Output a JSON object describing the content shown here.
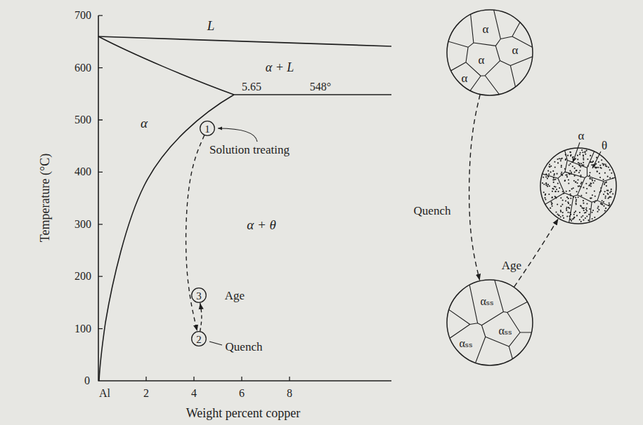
{
  "diagram": {
    "nodes": [
      {
        "text": [
          "1"
        ]
      },
      {
        "text": [
          "3"
        ]
      },
      {
        "text": [
          "2"
        ]
      },
      {
        "text": [
          "α",
          "α",
          "α",
          "α"
        ]
      },
      {
        "text": [
          "α",
          "θ"
        ]
      },
      {
        "text": [
          "αₛₛ",
          "αₛₛ",
          "αₛₛ"
        ]
      }
    ],
    "edges": [
      {
        "from": 0,
        "to": 2,
        "arrow": "to"
      },
      {
        "from": 2,
        "to": 1,
        "arrow": "to"
      },
      {
        "from": 3,
        "to": 5,
        "label": "Quench",
        "arrow": "to"
      },
      {
        "from": 5,
        "to": 4,
        "label": "Age",
        "arrow": "to"
      }
    ],
    "labels": [
      "L",
      "α + L",
      "α",
      "α + θ",
      "5.65",
      "548°",
      "Solution treating",
      "Age",
      "Quench",
      "700",
      "600",
      "500",
      "400",
      "300",
      "200",
      "100",
      "0",
      "Al",
      "2",
      "4",
      "6",
      "8",
      "Temperature (°C)",
      "Weight percent copper"
    ]
  }
}
